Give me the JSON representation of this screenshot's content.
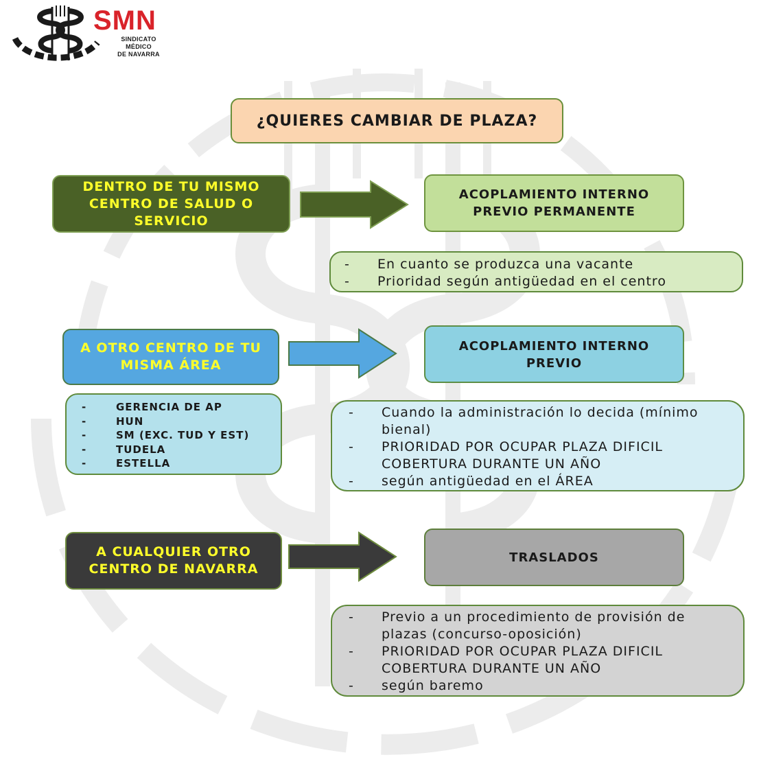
{
  "logo": {
    "title": "SMN",
    "subtitle_lines": [
      "SINDICATO",
      "MÉDICO",
      "DE NAVARRA"
    ],
    "icon": "caduceus-gear-icon",
    "colors": {
      "title": "#d9232a",
      "mark": "#1a1a1a"
    }
  },
  "title": "¿QUIERES CAMBIAR DE PLAZA?",
  "rows": [
    {
      "left": "DENTRO DE TU MISMO CENTRO DE SALUD O SERVICIO",
      "right": "ACOPLAMIENTO INTERNO PREVIO PERMANENTE",
      "notes": [
        "En cuanto se produzca una vacante",
        "Prioridad según antigüedad en el centro"
      ],
      "colors": {
        "left_bg": "#4a6126",
        "arrow": "#4a6126",
        "right_bg": "#c2df9a",
        "notes_bg": "#d8ebc2"
      }
    },
    {
      "left": "A OTRO CENTRO DE TU MISMA ÁREA",
      "right": "ACOPLAMIENTO INTERNO PREVIO",
      "areas": [
        "GERENCIA DE AP",
        "HUN",
        "SM (EXC. TUD Y EST)",
        "TUDELA",
        "ESTELLA"
      ],
      "notes": [
        "Cuando la administración lo decida (mínimo bienal)",
        "PRIORIDAD POR OCUPAR PLAZA DIFICIL COBERTURA DURANTE UN AÑO",
        "según antigüedad en el ÁREA"
      ],
      "colors": {
        "left_bg": "#55a7e0",
        "arrow": "#55a7e0",
        "right_bg": "#8dd1e2",
        "notes_bg": "#d6eef5",
        "areas_bg": "#b4e1ec"
      }
    },
    {
      "left": "A CUALQUIER OTRO CENTRO DE NAVARRA",
      "right": "TRASLADOS",
      "notes": [
        "Previo a un procedimiento de provisión de plazas (concurso-oposición)",
        "PRIORIDAD POR OCUPAR PLAZA DIFICIL COBERTURA DURANTE UN AÑO",
        "según baremo"
      ],
      "colors": {
        "left_bg": "#3a3a3a",
        "arrow": "#3a3a3a",
        "right_bg": "#a7a7a7",
        "notes_bg": "#d3d3d3"
      }
    }
  ],
  "colors": {
    "left_text": "#ffff2a",
    "title_bg": "#fbd5b0",
    "border": "#5a7d32",
    "watermark": "#e9e9e9"
  }
}
